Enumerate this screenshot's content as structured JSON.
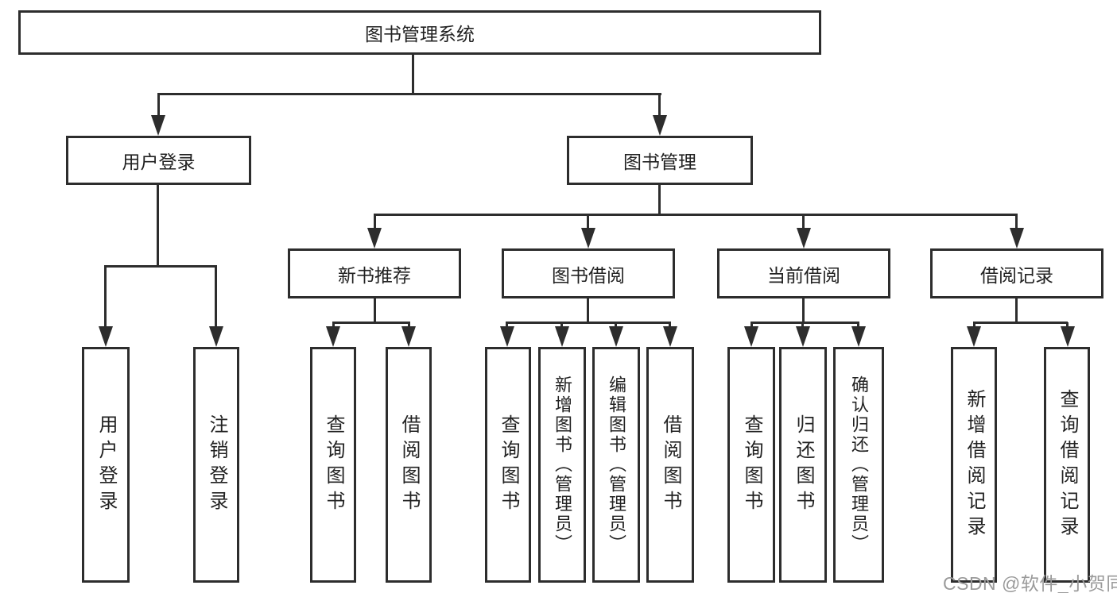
{
  "root": {
    "label": "图书管理系统"
  },
  "branches": [
    {
      "label": "用户登录",
      "children": [
        {
          "label": "用户登录"
        },
        {
          "label": "注销登录"
        }
      ]
    },
    {
      "label": "图书管理",
      "children": [
        {
          "label": "新书推荐",
          "children": [
            {
              "label": "查询图书"
            },
            {
              "label": "借阅图书"
            }
          ]
        },
        {
          "label": "图书借阅",
          "children": [
            {
              "label": "查询图书"
            },
            {
              "label": "新增图书（管理员）"
            },
            {
              "label": "编辑图书（管理员）"
            },
            {
              "label": "借阅图书"
            }
          ]
        },
        {
          "label": "当前借阅",
          "children": [
            {
              "label": "查询图书"
            },
            {
              "label": "归还图书"
            },
            {
              "label": "确认归还（管理员）"
            }
          ]
        },
        {
          "label": "借阅记录",
          "children": [
            {
              "label": "新增借阅记录"
            },
            {
              "label": "查询借阅记录"
            }
          ]
        }
      ]
    }
  ],
  "watermark": {
    "text": "CSDN @软件_小贺同学"
  },
  "colors": {
    "line": "#2d2d2d",
    "box_fill": "#ffffff",
    "text": "#222222",
    "watermark": "#9a9a9a"
  }
}
